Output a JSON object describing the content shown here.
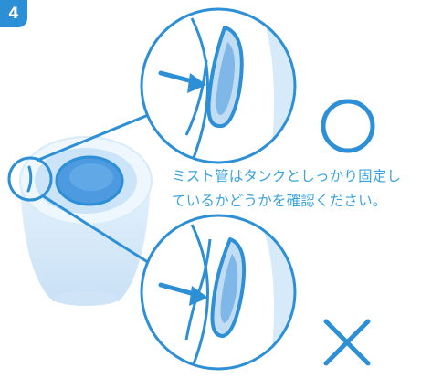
{
  "step": {
    "number": "4"
  },
  "caption": {
    "line1": "ミスト管はタンクとしっかり固定し",
    "line2": "ているかどうかを確認ください。"
  },
  "symbols": {
    "correct": "circle-mark",
    "incorrect": "cross-mark"
  },
  "colors": {
    "accent": "#2d8fd5",
    "caption": "#3aa3de",
    "light_blue": "#cfe6f8",
    "mid_blue": "#8ec6ee"
  }
}
